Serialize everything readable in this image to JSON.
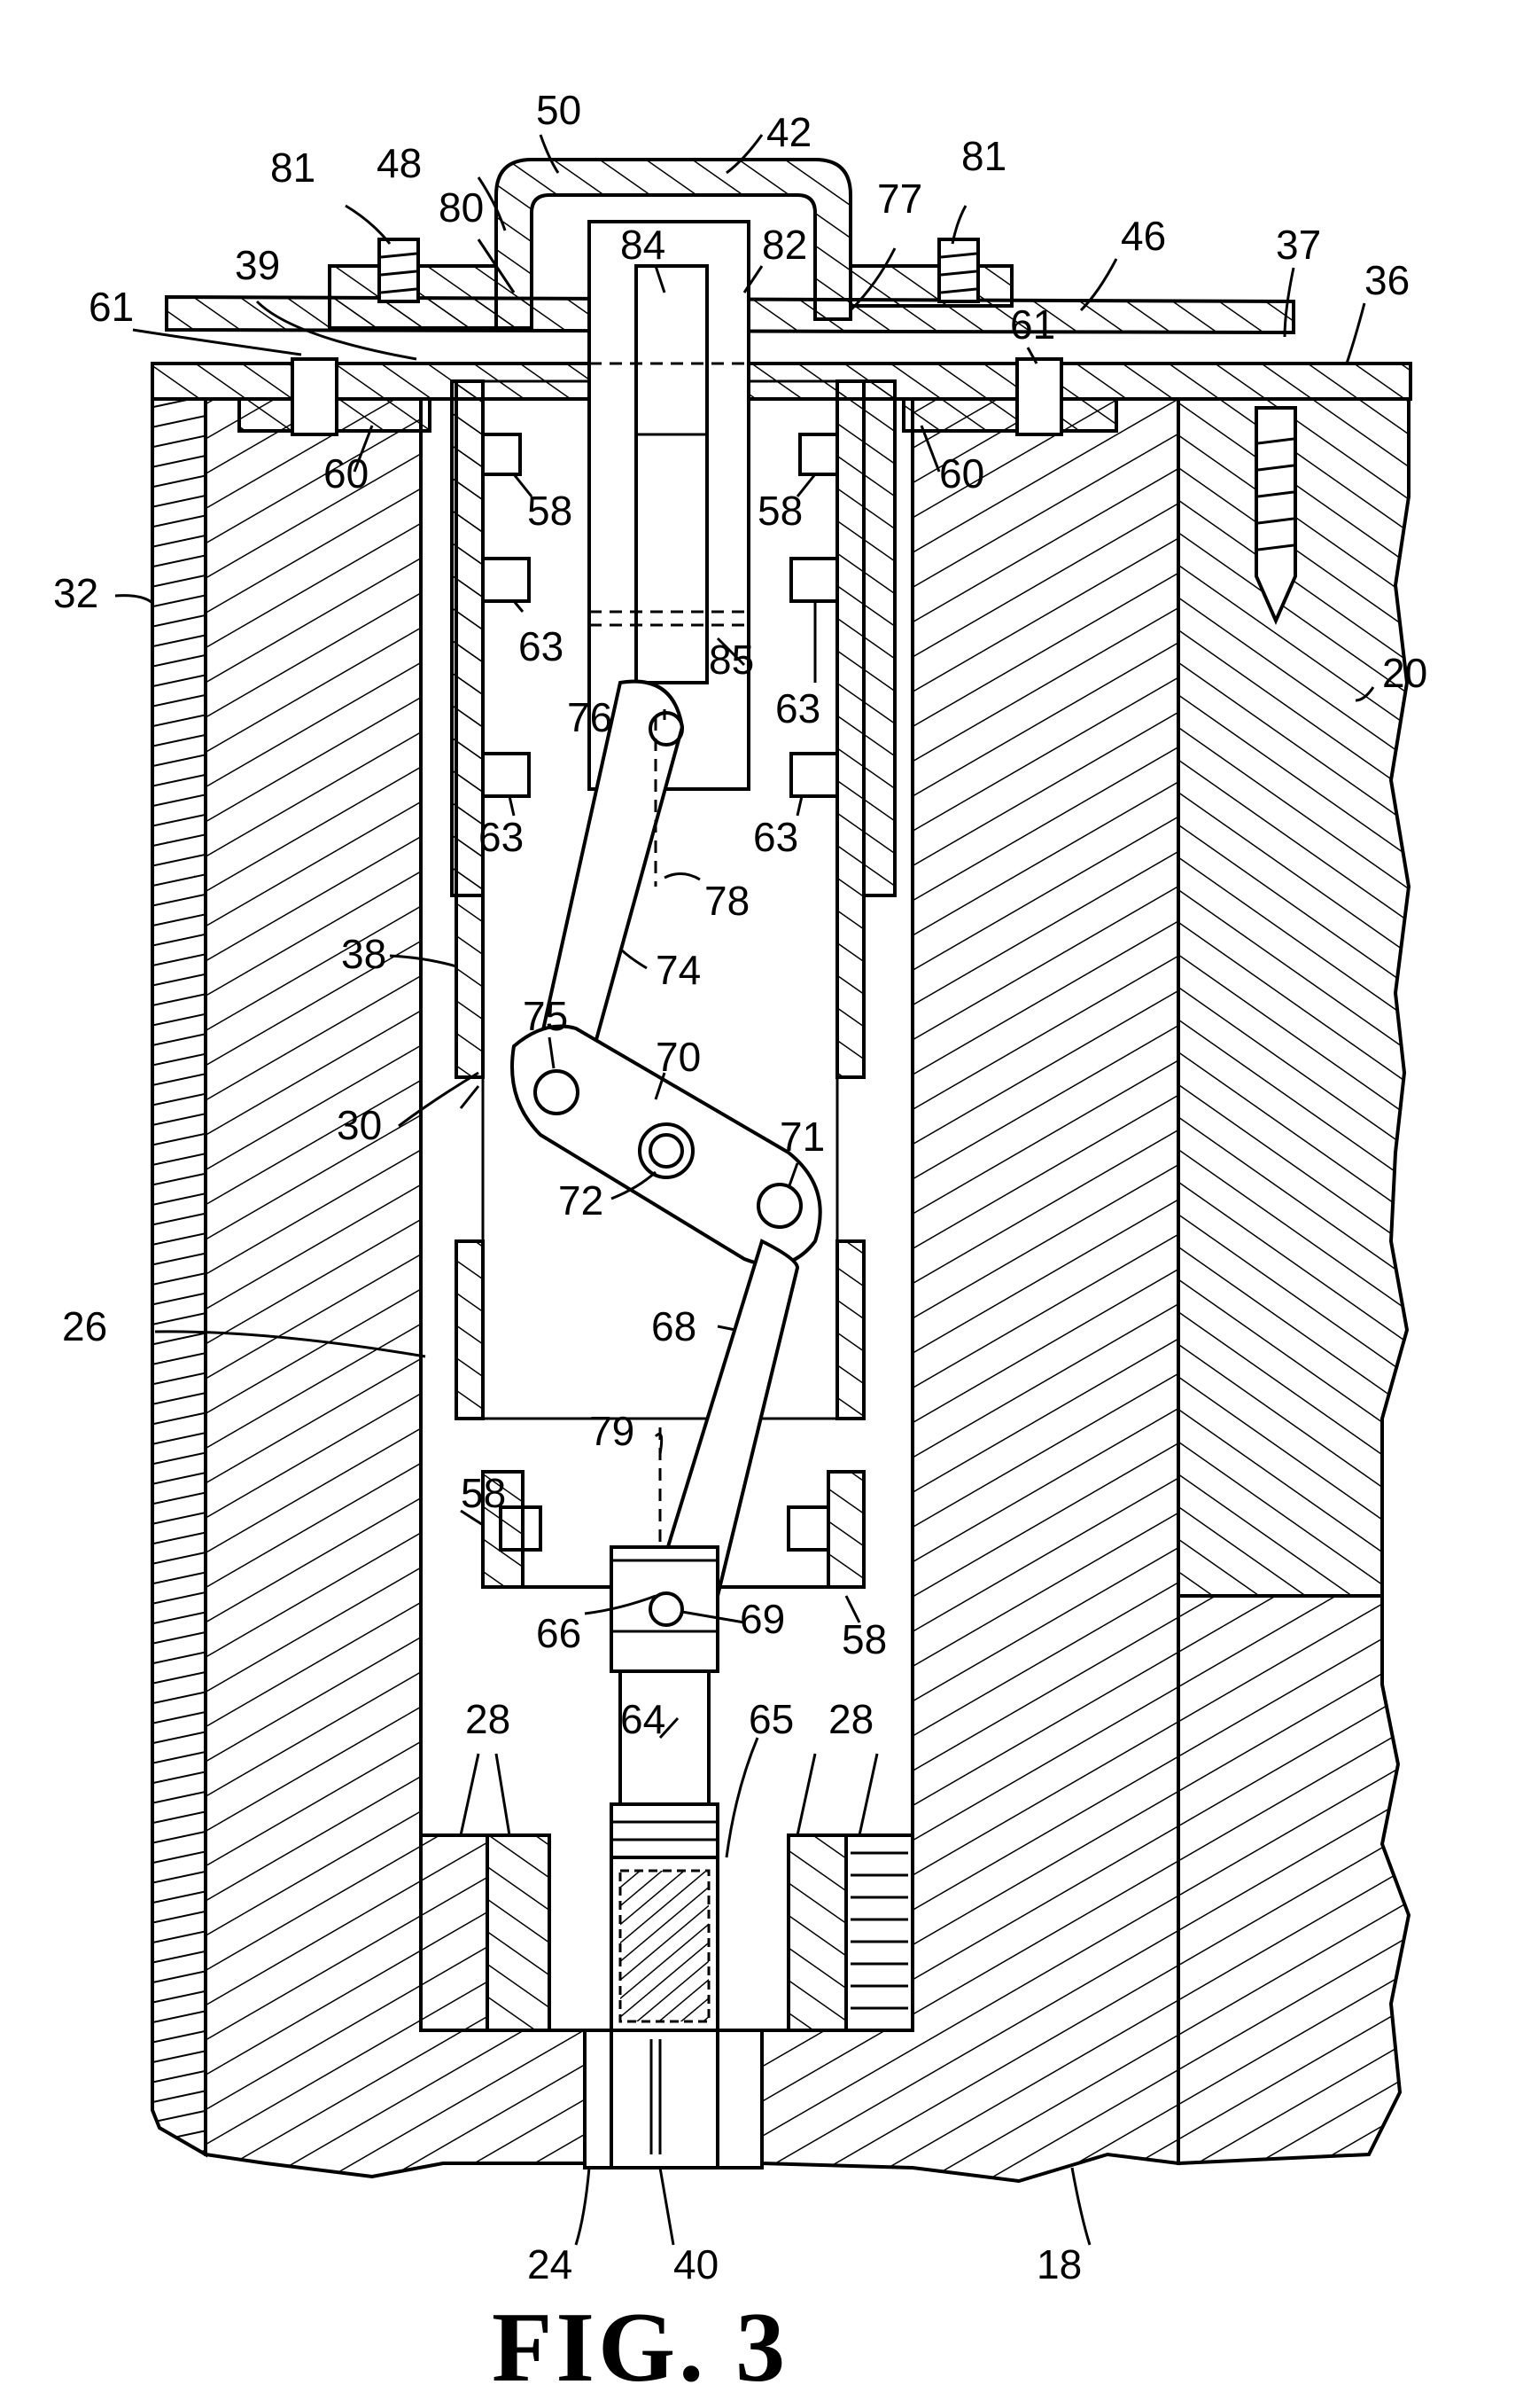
{
  "figure": {
    "caption": "FIG. 3",
    "reference_numerals": {
      "n81_left": "81",
      "n48": "48",
      "n50": "50",
      "n42": "42",
      "n81_right": "81",
      "n80": "80",
      "n84": "84",
      "n82": "82",
      "n77": "77",
      "n46": "46",
      "n37": "37",
      "n39": "39",
      "n36": "36",
      "n61_left": "61",
      "n61_right": "61",
      "n60_left": "60",
      "n60_right": "60",
      "n58_ul": "58",
      "n58_ur": "58",
      "n32": "32",
      "n63_l1": "63",
      "n85": "85",
      "n63_r1": "63",
      "n20": "20",
      "n76": "76",
      "n63_l2": "63",
      "n63_r2": "63",
      "n78": "78",
      "n38": "38",
      "n74": "74",
      "n75": "75",
      "n70": "70",
      "n30": "30",
      "n71": "71",
      "n72": "72",
      "n26": "26",
      "n68": "68",
      "n79": "79",
      "n58_ll": "58",
      "n66": "66",
      "n69": "69",
      "n58_lr": "58",
      "n28_left": "28",
      "n64": "64",
      "n65": "65",
      "n28_right": "28",
      "n24": "24",
      "n40": "40",
      "n18": "18"
    }
  }
}
